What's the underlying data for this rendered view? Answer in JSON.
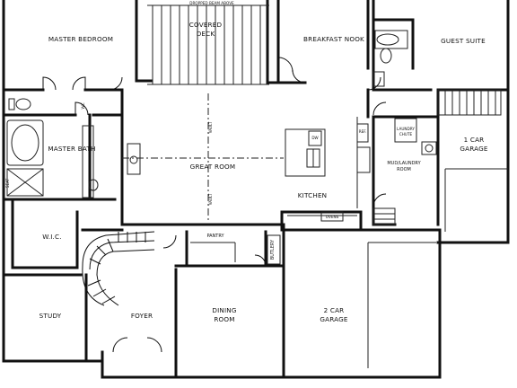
{
  "rooms": {
    "dropped_beam": "DROPPED BEAM ABOVE",
    "covered_deck_1": "COVERED",
    "covered_deck_2": "DECK",
    "master_bedroom": "MASTER BEDROOM",
    "breakfast_nook": "BREAKFAST NOOK",
    "guest_suite": "GUEST SUITE",
    "master_bath": "MASTER BATH",
    "great_room": "GREAT ROOM",
    "kitchen": "KITCHEN",
    "mud_laundry_1": "MUD/LAUNDRY",
    "mud_laundry_2": "ROOM",
    "one_car_1": "1 CAR",
    "one_car_2": "GARAGE",
    "wic": "W.I.C.",
    "pantry": "PANTRY",
    "butlery": "BUTLERY",
    "study": "STUDY",
    "foyer": "FOYER",
    "dining_1": "DINING",
    "dining_2": "ROOM",
    "two_car_1": "2 CAR",
    "two_car_2": "GARAGE"
  },
  "labels": {
    "vault_top": "VAULT",
    "vault_bottom": "VAULT",
    "dw": "DW",
    "ovens": "OVENS",
    "ref": "REF.",
    "laundry_chute_1": "LAUNDRY",
    "laundry_chute_2": "CHUTE",
    "wc": "WC",
    "seat": "SEAT"
  }
}
